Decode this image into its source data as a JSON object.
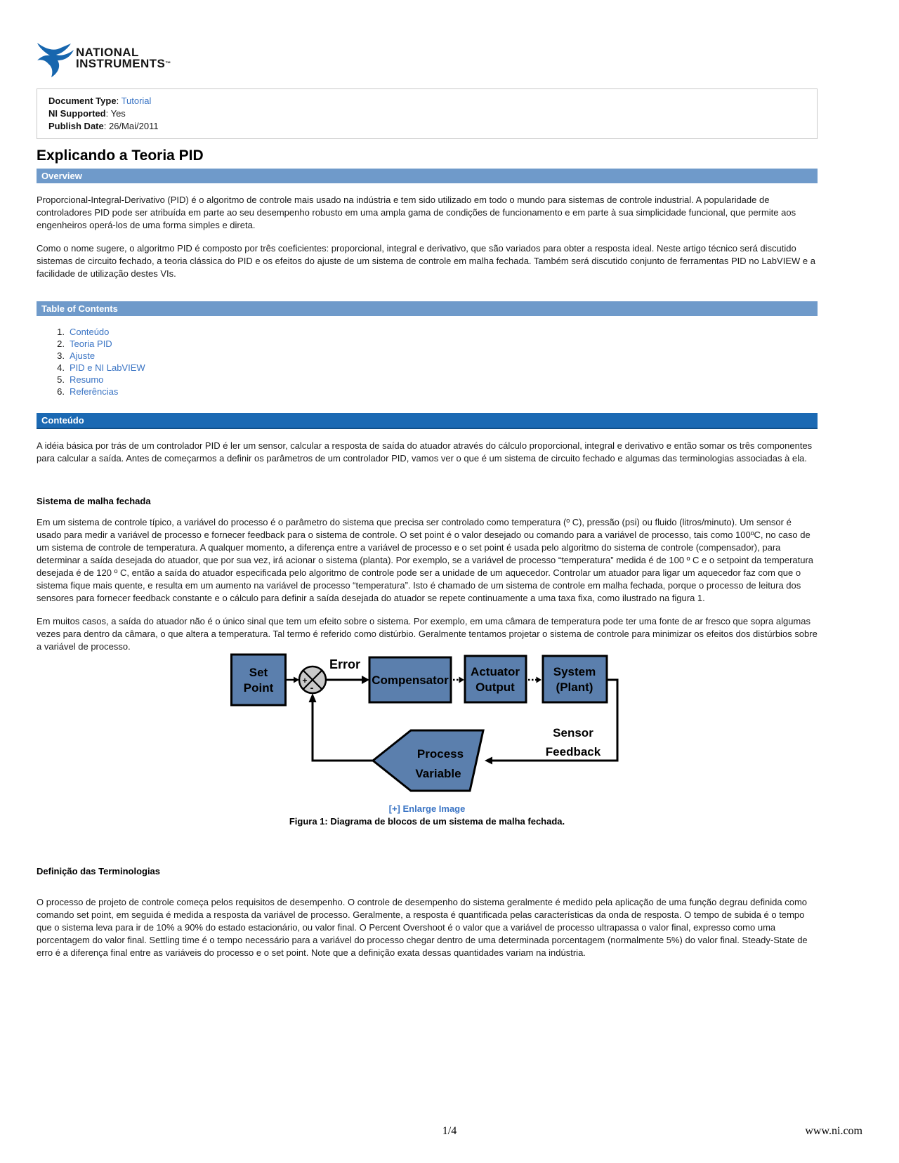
{
  "colors": {
    "bar_light_blue": "#6f9aca",
    "bar_dark_blue": "#1b69b3",
    "link_blue": "#3a74c4",
    "diagram_box_fill": "#5b7fad",
    "junction_gray": "#c9c9c9",
    "logo_blue": "#1766ae"
  },
  "logo": {
    "line1": "NATIONAL",
    "line2": "INSTRUMENTS",
    "trademark": "™"
  },
  "doc_info": {
    "type_label": "Document Type",
    "type_sep": ": ",
    "type_value": "Tutorial",
    "supported_label": "NI Supported",
    "supported_value": ": Yes",
    "publish_label": "Publish Date",
    "publish_value": ": 26/Mai/2011"
  },
  "title": "Explicando a Teoria PID",
  "overview": {
    "header": "Overview",
    "p1": "Proporcional-Integral-Derivativo (PID) é o algoritmo de controle mais usado na indústria e tem sido utilizado em todo o mundo para sistemas de controle industrial. A popularidade de controladores PID pode ser atribuída em parte ao seu desempenho robusto em uma ampla gama de condições de funcionamento e em parte à sua simplicidade funcional, que permite aos engenheiros operá-los de uma forma simples e direta.",
    "p2": "Como o nome sugere, o algoritmo PID é composto por três coeficientes: proporcional, integral e derivativo, que são variados para obter a resposta ideal. Neste artigo técnico será discutido sistemas de circuito fechado, a teoria clássica do PID e os efeitos do ajuste de um sistema de controle em malha fechada. Também será discutido conjunto de ferramentas PID no LabVIEW e a facilidade de utilização destes VIs."
  },
  "toc": {
    "header": "Table of Contents",
    "items": [
      {
        "num": "1.",
        "label": "Conteúdo"
      },
      {
        "num": "2.",
        "label": "Teoria PID"
      },
      {
        "num": "3.",
        "label": "Ajuste"
      },
      {
        "num": "4.",
        "label": "PID e NI LabVIEW"
      },
      {
        "num": "5.",
        "label": "Resumo"
      },
      {
        "num": "6.",
        "label": "Referências"
      }
    ]
  },
  "conteudo": {
    "header": "Conteúdo",
    "p1": "A idéia básica por trás de um controlador PID é ler um sensor, calcular a resposta de saída do atuador através do cálculo proporcional, integral e derivativo e então somar os três componentes para calcular a saída. Antes de começarmos a definir os parâmetros de um controlador PID, vamos ver o que é um sistema de circuito fechado e algumas das terminologias associadas à ela.",
    "subheading_closed_loop": "Sistema de malha fechada",
    "p2": "Em um sistema de controle típico, a variável do processo é o parâmetro do sistema que precisa ser controlado como  temperatura (º C), pressão (psi) ou fluido (litros/minuto). Um sensor é usado para medir a variável de processo e fornecer feedback para o sistema de controle. O set point é o valor desejado ou comando para a variável de processo, tais como 100ºC, no caso de um sistema de controle de temperatura. A qualquer momento, a diferença entre a variável de processo e o set point é usada pelo algoritmo do sistema de controle (compensador), para determinar a saída desejada do atuador, que por sua vez, irá acionar o sistema (planta). Por exemplo, se a variável de processo “temperatura” medida é de 100 º C e o setpoint da temperatura desejada é de 120 º C, então a saída do atuador especificada pelo algoritmo de controle pode ser a unidade de um aquecedor. Controlar um atuador para ligar um aquecedor faz com que o sistema fique mais quente, e resulta em um aumento na variável de processo “temperatura”. Isto é chamado de um sistema de controle em malha fechada, porque o processo de leitura dos sensores para fornecer feedback constante e o cálculo para definir a saída desejada do atuador se  repete continuamente a uma taxa fixa, como ilustrado na figura 1.",
    "p3": "Em muitos casos, a saída do atuador não é o único sinal que tem um efeito sobre o sistema. Por exemplo, em uma câmara de temperatura pode ter uma fonte de ar fresco que sopra algumas vezes para dentro da câmara, o que altera a temperatura. Tal termo é referido como distúrbio. Geralmente tentamos projetar o sistema de controle para minimizar os efeitos dos distúrbios sobre a variável de processo.",
    "subheading_terms": "Definição das Terminologias",
    "p4": "O processo de projeto de controle começa pelos requisitos de desempenho. O controle de desempenho do sistema geralmente é medido pela aplicação de uma função degrau definida como comando set point, em seguida é medida a resposta da variável de processo. Geralmente, a resposta é quantificada pelas características da onda de resposta. O tempo de subida é o tempo que o sistema leva para ir de 10% a 90% do estado estacionário, ou valor final. O Percent Overshoot é o valor que a variável de processo ultrapassa o valor final, expresso como uma porcentagem do valor final. Settling time é o tempo necessário para a variável do processo chegar dentro de uma determinada porcentagem (normalmente 5%) do valor final. Steady-State de erro é a diferença final entre as variáveis do processo e o set point. Note que a definição exata dessas quantidades variam na indústria."
  },
  "figure": {
    "set_point_line1": "Set",
    "set_point_line2": "Point",
    "plus": "+",
    "minus": "-",
    "error_label": "Error",
    "compensator": "Compensator",
    "actuator_line1": "Actuator",
    "actuator_line2": "Output",
    "system_line1": "System",
    "system_line2": "(Plant)",
    "sensor_line1": "Sensor",
    "sensor_line2": "Feedback",
    "process_line1": "Process",
    "process_line2": "Variable",
    "enlarge_link": "[+] Enlarge Image",
    "caption": "Figura 1: Diagrama de blocos de um sistema de malha fechada."
  },
  "footer": {
    "page_number": "1/4",
    "website": "www.ni.com"
  }
}
